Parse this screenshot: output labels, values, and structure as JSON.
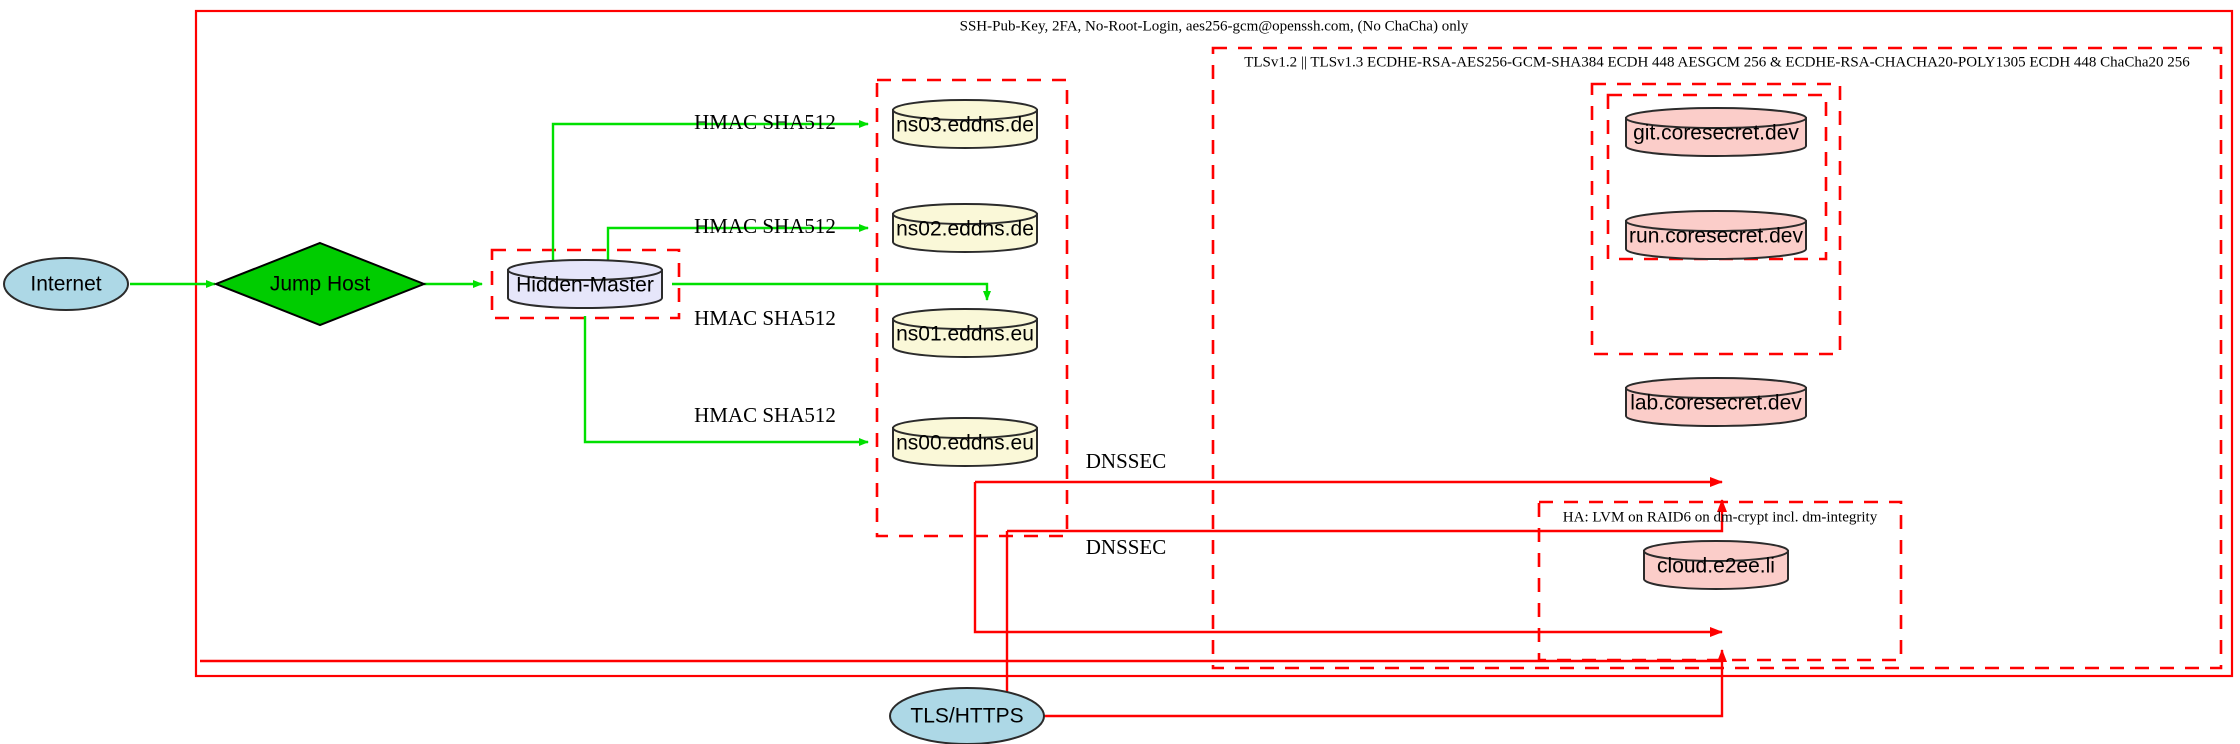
{
  "diagram": {
    "title_top": "SSH-Pub-Key, 2FA, No-Root-Login, aes256-gcm@openssh.com, (No ChaCha) only",
    "clusters": [
      {
        "id": "outer_ssh",
        "label": "SSH-Pub-Key, 2FA, No-Root-Login, aes256-gcm@openssh.com, (No ChaCha) only",
        "style": "solid",
        "color": "#ff0000"
      },
      {
        "id": "tls_cluster",
        "label": "TLSv1.2 || TLSv1.3 ECDHE-RSA-AES256-GCM-SHA384 ECDH 448 AESGCM 256 & ECDHE-RSA-CHACHA20-POLY1305 ECDH 448 ChaCha20 256",
        "style": "dashed",
        "color": "#ff0000"
      },
      {
        "id": "ha_cluster",
        "label": "HA: LVM on RAID6 on dm-crypt incl. dm-integrity",
        "style": "dashed",
        "color": "#ff0000"
      },
      {
        "id": "ns_cluster",
        "label": "",
        "style": "dashed",
        "color": "#ff0000"
      },
      {
        "id": "hidden_master_cluster",
        "label": "",
        "style": "dashed",
        "color": "#ff0000"
      },
      {
        "id": "coresecret_outer",
        "label": "",
        "style": "dashed",
        "color": "#ff0000"
      },
      {
        "id": "coresecret_inner",
        "label": "",
        "style": "dashed",
        "color": "#ff0000"
      }
    ],
    "nodes": [
      {
        "id": "internet",
        "label": "Internet",
        "shape": "ellipse",
        "fill": "#add8e6"
      },
      {
        "id": "jumphost",
        "label": "Jump Host",
        "shape": "diamond",
        "fill": "#00cc00"
      },
      {
        "id": "hidden_master",
        "label": "Hidden-Master",
        "shape": "cylinder",
        "fill": "#e6e6fa"
      },
      {
        "id": "ns03",
        "label": "ns03.eddns.de",
        "shape": "cylinder",
        "fill": "#faf8d8"
      },
      {
        "id": "ns02",
        "label": "ns02.eddns.de",
        "shape": "cylinder",
        "fill": "#faf8d8"
      },
      {
        "id": "ns01",
        "label": "ns01.eddns.eu",
        "shape": "cylinder",
        "fill": "#faf8d8"
      },
      {
        "id": "ns00",
        "label": "ns00.eddns.eu",
        "shape": "cylinder",
        "fill": "#faf8d8"
      },
      {
        "id": "git",
        "label": "git.coresecret.dev",
        "shape": "cylinder",
        "fill": "#fbcdc9"
      },
      {
        "id": "run",
        "label": "run.coresecret.dev",
        "shape": "cylinder",
        "fill": "#fbcdc9"
      },
      {
        "id": "lab",
        "label": "lab.coresecret.dev",
        "shape": "cylinder",
        "fill": "#fbcdc9"
      },
      {
        "id": "cloud",
        "label": "cloud.e2ee.li",
        "shape": "cylinder",
        "fill": "#fbcdc9"
      },
      {
        "id": "tlshttps",
        "label": "TLS/HTTPS",
        "shape": "ellipse",
        "fill": "#add8e6"
      }
    ],
    "edges": [
      {
        "from": "internet",
        "to": "jumphost",
        "label": "",
        "color": "#00e000"
      },
      {
        "from": "jumphost",
        "to": "hidden_master",
        "label": "",
        "color": "#00e000"
      },
      {
        "from": "hidden_master",
        "to": "ns03",
        "label": "HMAC SHA512",
        "color": "#00e000"
      },
      {
        "from": "hidden_master",
        "to": "ns02",
        "label": "HMAC SHA512",
        "color": "#00e000"
      },
      {
        "from": "hidden_master",
        "to": "ns01",
        "label": "HMAC SHA512",
        "color": "#00e000"
      },
      {
        "from": "hidden_master",
        "to": "ns00",
        "label": "HMAC SHA512",
        "color": "#00e000"
      },
      {
        "from": "ns_cluster",
        "to": "lab",
        "label": "DNSSEC",
        "color": "#ff0000"
      },
      {
        "from": "ns_cluster",
        "to": "cloud",
        "label": "DNSSEC",
        "color": "#ff0000"
      },
      {
        "from": "tlshttps",
        "to": "lab",
        "label": "",
        "color": "#ff0000"
      },
      {
        "from": "tlshttps",
        "to": "cloud",
        "label": "",
        "color": "#ff0000"
      }
    ],
    "edge_labels": {
      "hmac": "HMAC SHA512",
      "dnssec": "DNSSEC"
    },
    "colors": {
      "red": "#ff0000",
      "green": "#00e000",
      "blue_fill": "#add8e6",
      "green_fill": "#00cc00",
      "lavender_fill": "#e6e6fa",
      "cream_fill": "#faf8d8",
      "pink_fill": "#fbcdc9",
      "stroke": "#2b2b2b"
    }
  }
}
